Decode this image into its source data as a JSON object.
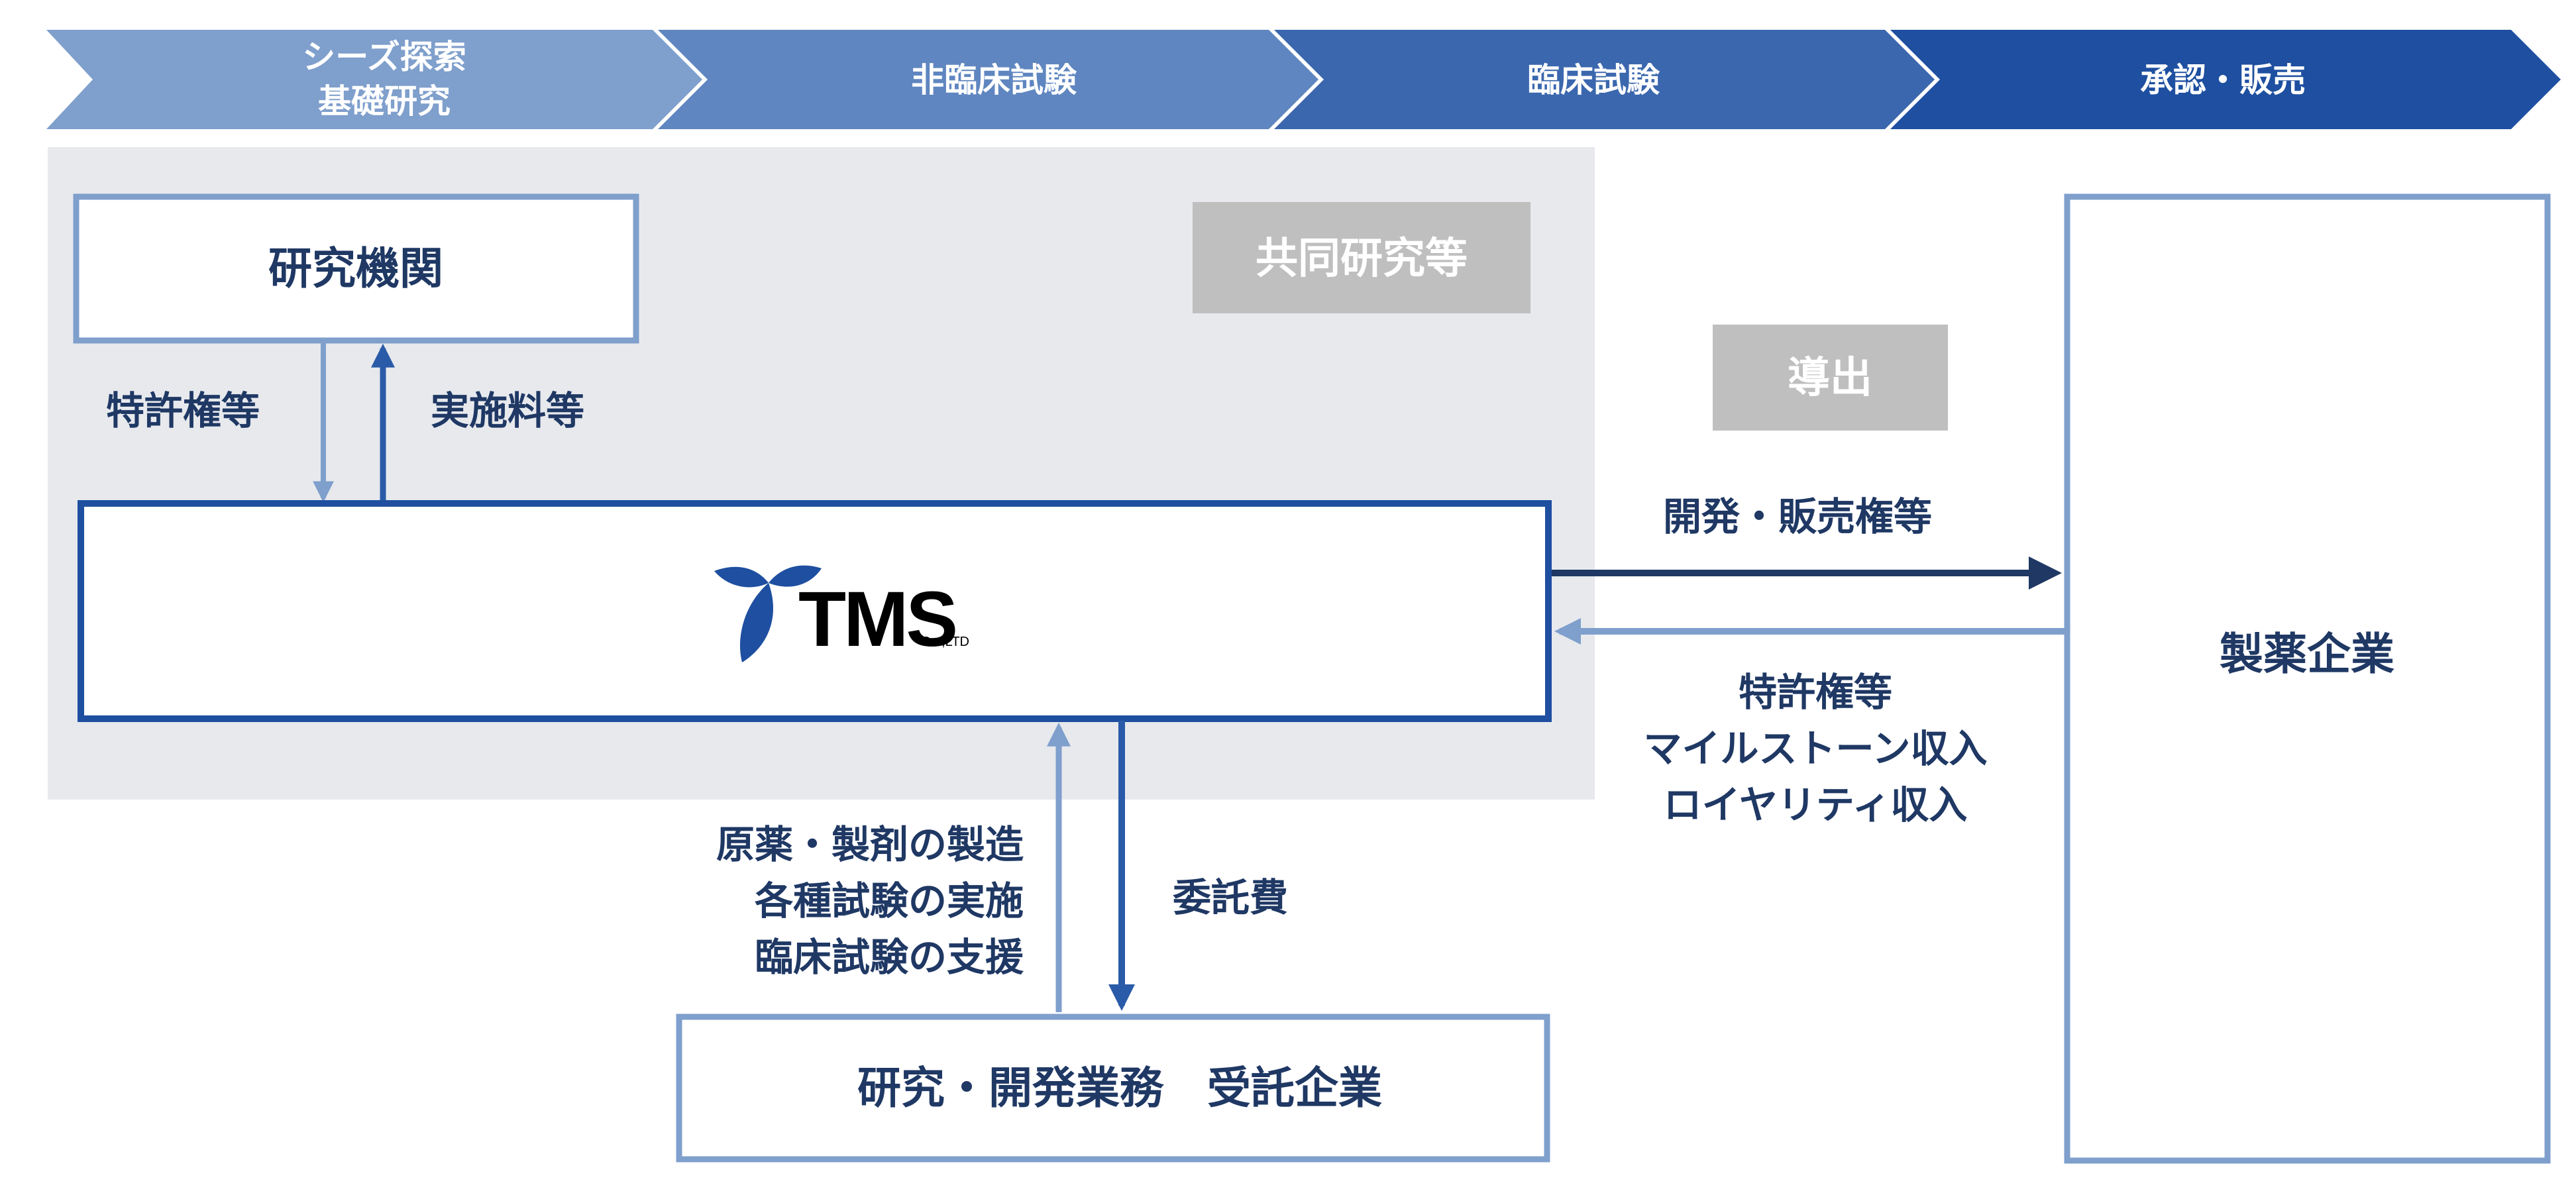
{
  "stages": [
    {
      "lines": [
        "シーズ探索",
        "基礎研究"
      ],
      "color": "#7f9fcc"
    },
    {
      "lines": [
        "非臨床試験"
      ],
      "color": "#5f86c0"
    },
    {
      "lines": [
        "臨床試験"
      ],
      "color": "#3b67ae"
    },
    {
      "lines": [
        "承認・販売"
      ],
      "color": "#1e4fa0"
    }
  ],
  "region": {
    "label": "共同研究等"
  },
  "boxes": {
    "research_institute": "研究機関",
    "tms": {
      "logo_text": "TMS",
      "logo_suffix": "Co.,LTD"
    },
    "contractor": "研究・開発業務　受託企業",
    "pharma": "製薬企業"
  },
  "flows": {
    "patents_up": "特許権等",
    "royalty_down": "実施料等",
    "licensing": "導出",
    "dev_sales_rights": "開発・販売権等",
    "returns": [
      "特許権等",
      "マイルストーン収入",
      "ロイヤリティ収入"
    ],
    "contract_fee": "委託費",
    "services": [
      "原薬・製剤の製造",
      "各種試験の実施",
      "臨床試験の支援"
    ]
  },
  "colors": {
    "navy": "#1f3864",
    "box_border": "#7f9fcc",
    "tms_border": "#1e4fa0",
    "region_bg": "#e7e9ed",
    "tag_bg": "#bfbfbf",
    "arrow_dark": "#1f3864",
    "arrow_blue": "#2a5ba8",
    "arrow_light": "#7f9fcc",
    "logo": "#1e4fa0"
  }
}
